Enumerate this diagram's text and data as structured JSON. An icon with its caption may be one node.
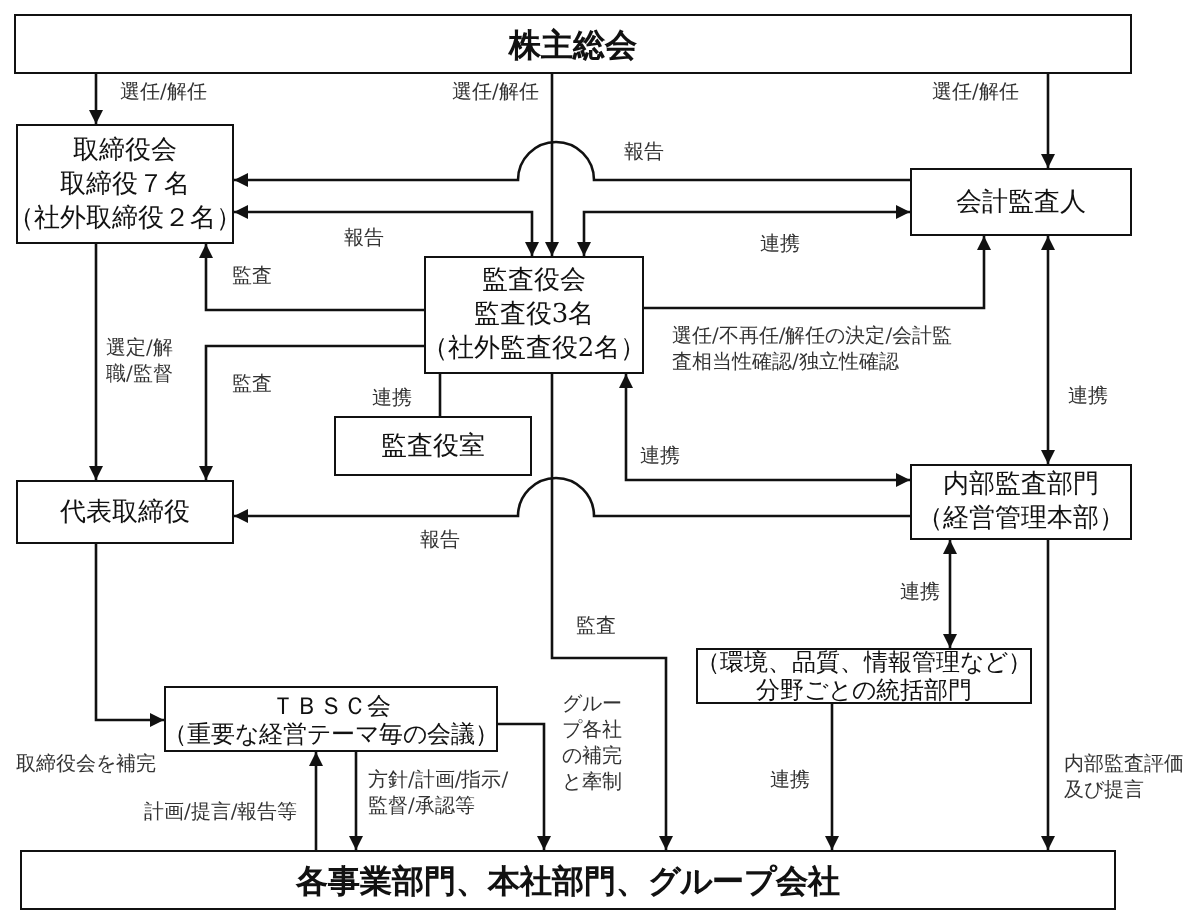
{
  "diagram": {
    "nodes": [
      {
        "text": [
          "株主総会"
        ]
      },
      {
        "text": [
          "取締役会",
          "取締役７名",
          "（社外取締役２名）"
        ]
      },
      {
        "text": [
          "会計監査人"
        ]
      },
      {
        "text": [
          "監査役会",
          "監査役3名",
          "（社外監査役2名）"
        ]
      },
      {
        "text": [
          "監査役室"
        ]
      },
      {
        "text": [
          "代表取締役"
        ]
      },
      {
        "text": [
          "内部監査部門",
          "（経営管理本部）"
        ]
      },
      {
        "text": [
          "（環境、品質、情報管理など）",
          "分野ごとの統括部門"
        ]
      },
      {
        "text": [
          "ＴＢＳＣ会",
          "（重要な経営テーマ毎の会議）"
        ],
        "beside": [
          "取締役会を補完"
        ]
      },
      {
        "text": [
          "各事業部門、本社部門、グループ会社"
        ]
      }
    ],
    "edges": [
      {
        "from": 0,
        "to": 1,
        "arrow": "to",
        "label": "選任/解任"
      },
      {
        "from": 0,
        "to": 3,
        "arrow": "to",
        "label": "選任/解任"
      },
      {
        "from": 0,
        "to": 2,
        "arrow": "to",
        "label": "選任/解任"
      },
      {
        "from": 2,
        "to": 1,
        "arrow": "to",
        "label": "報告"
      },
      {
        "from": 1,
        "to": 3,
        "arrow": "both",
        "label": "報告"
      },
      {
        "from": 3,
        "to": 2,
        "arrow": "both",
        "label": "連携"
      },
      {
        "from": 3,
        "to": 2,
        "arrow": "to",
        "label": "選任/不再任/解任の決定/会計監査相当性確認/独立性確認"
      },
      {
        "from": 3,
        "to": 1,
        "arrow": "to",
        "label": "監査"
      },
      {
        "from": 1,
        "to": 5,
        "arrow": "to",
        "label": "選定/解職/監督"
      },
      {
        "from": 3,
        "to": 5,
        "arrow": "to",
        "label": "監査"
      },
      {
        "from": 3,
        "to": 4,
        "arrow": "none",
        "label": "連携"
      },
      {
        "from": 6,
        "to": 5,
        "arrow": "to",
        "label": "報告"
      },
      {
        "from": 3,
        "to": 6,
        "arrow": "both",
        "label": "連携"
      },
      {
        "from": 2,
        "to": 6,
        "arrow": "both",
        "label": "連携"
      },
      {
        "from": 3,
        "to": 9,
        "arrow": "to",
        "label": "監査"
      },
      {
        "from": 6,
        "to": 7,
        "arrow": "both",
        "label": "連携"
      },
      {
        "from": 7,
        "to": 9,
        "arrow": "to",
        "label": "連携"
      },
      {
        "from": 6,
        "to": 9,
        "arrow": "to",
        "label": "内部監査評価及び提言"
      },
      {
        "from": 5,
        "to": 8,
        "arrow": "to"
      },
      {
        "from": 8,
        "to": 9,
        "arrow": "to",
        "label": "方針/計画/指示/監督/承認等"
      },
      {
        "from": 9,
        "to": 8,
        "arrow": "to",
        "label": "計画/提言/報告等"
      },
      {
        "from": 8,
        "to": 9,
        "arrow": "to",
        "label": "グループ各社の補完と牽制"
      }
    ]
  }
}
